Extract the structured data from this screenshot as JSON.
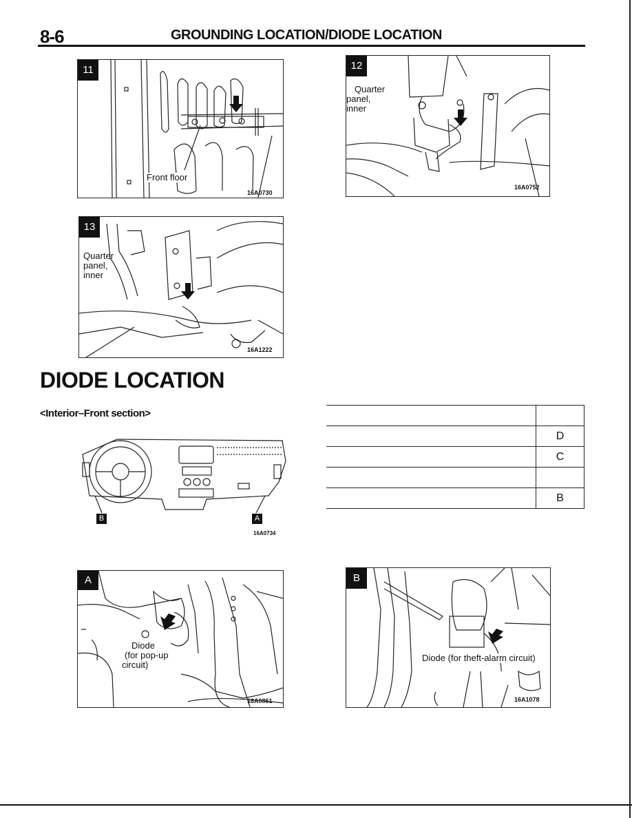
{
  "header": {
    "page_number": "8-6",
    "title": "GROUNDING LOCATION/DIODE LOCATION"
  },
  "figures": {
    "fig11": {
      "badge": "11",
      "label": "Front floor",
      "code": "16A0730"
    },
    "fig12": {
      "badge": "12",
      "label_line1": "Quarter",
      "label_line2": "panel,",
      "label_line3": "inner",
      "code": "16A0752"
    },
    "fig13": {
      "badge": "13",
      "label_line1": "Quarter",
      "label_line2": "panel,",
      "label_line3": "inner",
      "code": "16A1222"
    }
  },
  "diode_section": {
    "title": "DIODE LOCATION",
    "subtitle": "<Interior–Front section>",
    "dash_figure": {
      "marker_b": "B",
      "marker_a": "A",
      "code": "16A0734"
    },
    "figA": {
      "badge": "A",
      "label_line1": "Diode",
      "label_line2": "(for pop-up",
      "label_line3": "circuit)",
      "code": "16A0861"
    },
    "figB": {
      "badge": "B",
      "label": "Diode (for theft-alarm circuit)",
      "code": "16A1078"
    }
  },
  "table": {
    "rows": [
      {
        "name": "",
        "location": ""
      },
      {
        "name": "",
        "location": "D"
      },
      {
        "name": "",
        "location": "C"
      },
      {
        "name": "",
        "location": ""
      },
      {
        "name": "",
        "location": "B"
      }
    ]
  }
}
